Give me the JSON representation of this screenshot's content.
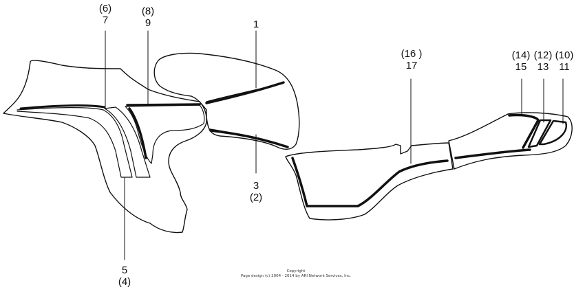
{
  "diagram": {
    "callouts": [
      {
        "id": "c6",
        "lines": [
          "(6)",
          "7"
        ]
      },
      {
        "id": "c8",
        "lines": [
          "(8)",
          "9"
        ]
      },
      {
        "id": "c1",
        "lines": [
          "1"
        ]
      },
      {
        "id": "c16",
        "lines": [
          "(16 )",
          "17"
        ]
      },
      {
        "id": "c14",
        "lines": [
          "(14)",
          "15"
        ]
      },
      {
        "id": "c12",
        "lines": [
          "(12)",
          "13"
        ]
      },
      {
        "id": "c10",
        "lines": [
          "(10)",
          "11"
        ]
      },
      {
        "id": "c3",
        "lines": [
          "3",
          "(2)"
        ]
      },
      {
        "id": "c5",
        "lines": [
          "5",
          "(4)"
        ]
      }
    ],
    "copyright": {
      "line1": "Copyright",
      "line2": "Page design (c) 2004 - 2014 by ARI Network Services, Inc."
    }
  }
}
